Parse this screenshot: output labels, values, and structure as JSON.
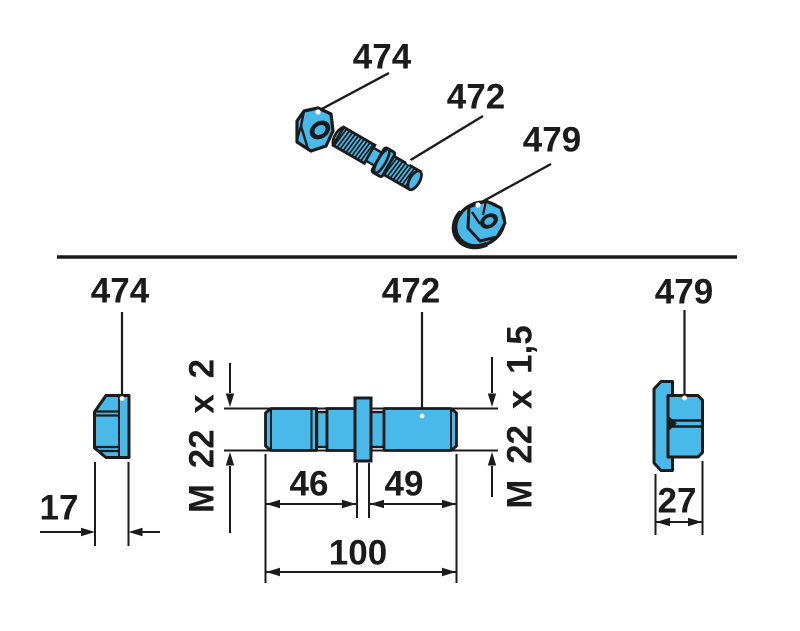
{
  "colors": {
    "part_fill": "#49B9E9",
    "outline": "#1B1B1B"
  },
  "parts": {
    "hex_nut": {
      "ref": "474",
      "thickness_mm": "17",
      "thread": "M 22 x 2"
    },
    "wheel_stud": {
      "ref": "472",
      "thread_left": "M 22 x 2",
      "thread_right": "M 22 x 1,5",
      "left_thread_length_mm": "46",
      "right_thread_length_mm": "49",
      "total_length_mm": "100"
    },
    "flange_nut": {
      "ref": "479",
      "width_mm": "27"
    }
  }
}
